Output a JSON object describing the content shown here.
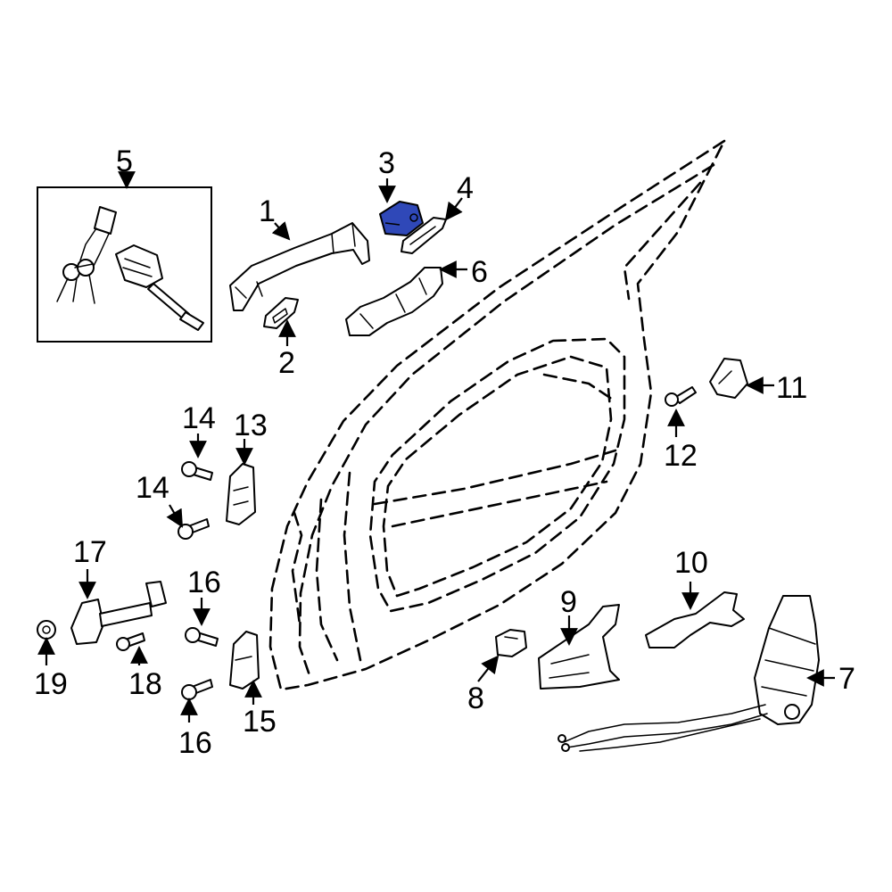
{
  "highlight_color": "#2f48b8",
  "callouts": {
    "c1": "1",
    "c2": "2",
    "c3": "3",
    "c4": "4",
    "c5": "5",
    "c6": "6",
    "c7": "7",
    "c8": "8",
    "c9": "9",
    "c10": "10",
    "c11": "11",
    "c12": "12",
    "c13": "13",
    "c14a": "14",
    "c14b": "14",
    "c15": "15",
    "c16a": "16",
    "c16b": "16",
    "c17": "17",
    "c18": "18",
    "c19": "19"
  }
}
